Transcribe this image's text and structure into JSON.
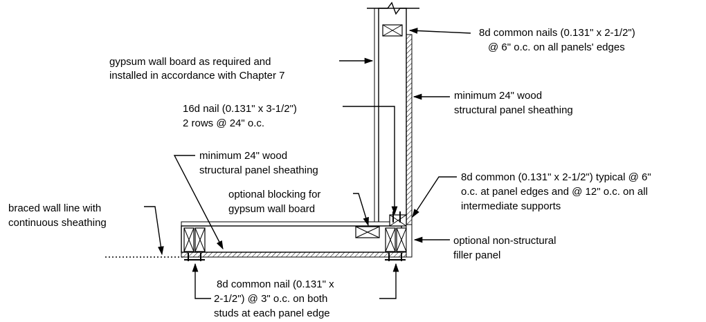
{
  "callouts": {
    "gypsum_board": [
      "gypsum wall board as required and",
      "installed in accordance with Chapter 7"
    ],
    "nails_8d_top": [
      "8d common nails (0.131\" x 2-1/2\")",
      "@ 6\" o.c. on all panels' edges"
    ],
    "sheathing_right": [
      "minimum 24\" wood",
      "structural panel sheathing"
    ],
    "nail_16d": [
      "16d nail (0.131\" x 3-1/2\")",
      "2 rows @ 24\" o.c."
    ],
    "sheathing_left": [
      "minimum 24\" wood",
      "structural panel sheathing"
    ],
    "optional_blocking": [
      "optional blocking for",
      "gypsum wall board"
    ],
    "nails_8d_typical": [
      "8d common (0.131\" x 2-1/2\") typical @ 6\"",
      "o.c. at panel edges and @ 12\" o.c. on all",
      "intermediate supports"
    ],
    "braced_wall_line": [
      "braced wall line with",
      "continuous sheathing"
    ],
    "filler_panel": [
      "optional non-structural",
      "filler panel"
    ],
    "nail_8d_bottom": [
      "8d common nail (0.131\" x",
      "2-1/2\") @ 3\" o.c. on both",
      "studs at each panel edge"
    ]
  },
  "colors": {
    "line": "#000000",
    "background": "#ffffff"
  }
}
